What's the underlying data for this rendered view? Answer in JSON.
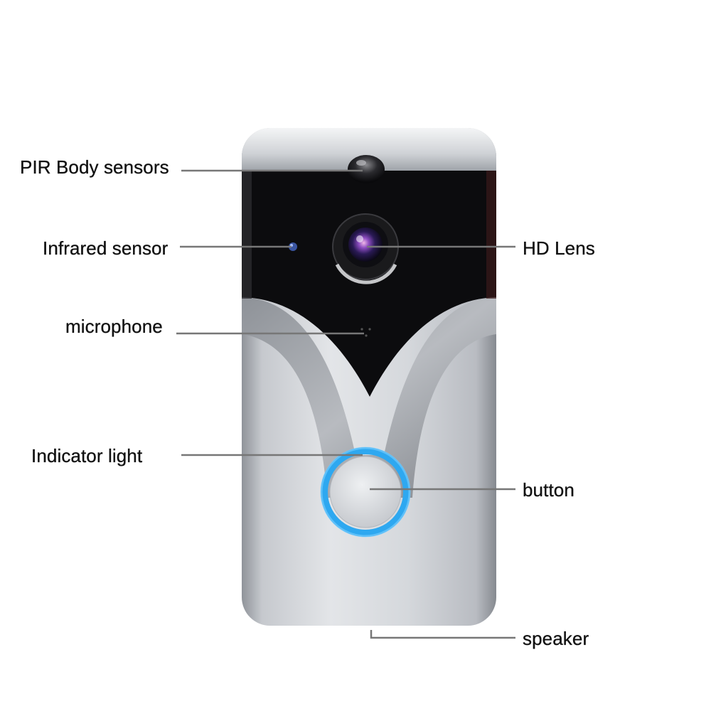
{
  "labels": {
    "pir": "PIR Body sensors",
    "infrared": "Infrared sensor",
    "microphone": "microphone",
    "indicator": "Indicator light",
    "lens": "HD Lens",
    "button": "button",
    "speaker": "speaker"
  },
  "colors": {
    "body_silver": "#c9ccd1",
    "face_black": "#0c0c0e",
    "ring_blue": "#2ea8f0",
    "leader_line": "#777777"
  }
}
